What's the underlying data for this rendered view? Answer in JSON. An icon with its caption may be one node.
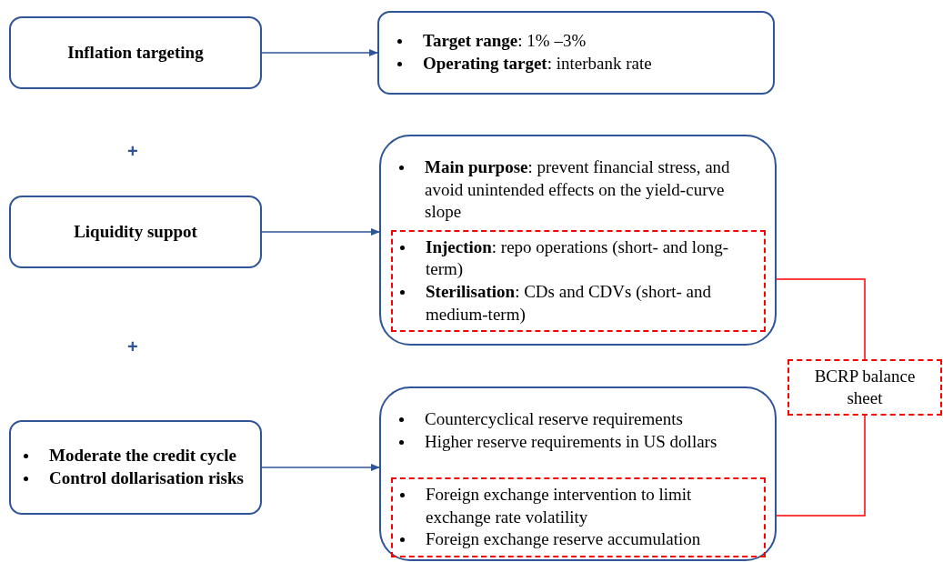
{
  "diagram": {
    "nodes": [
      {
        "text": [
          "Inflation targeting"
        ]
      },
      {
        "text": [
          "**Target range**: 1% –3%",
          "**Operating target**: interbank rate"
        ]
      },
      {
        "text": [
          "Liquidity suppot"
        ]
      },
      {
        "text": [
          "**Main purpose**: prevent financial stress, and avoid unintended effects on the yield-curve slope"
        ]
      },
      {
        "text": [
          "**Injection**: repo operations (short- and long-term)",
          "**Sterilisation**: CDs and CDVs (short- and medium-term)"
        ],
        "in": 3
      },
      {
        "text": [
          "Moderate the credit cycle",
          "Control dollarisation risks"
        ]
      },
      {
        "text": [
          "Countercyclical reserve requirements",
          "Higher reserve requirements in US dollars"
        ]
      },
      {
        "text": [
          "Foreign exchange intervention to limit exchange rate volatility",
          "Foreign exchange reserve accumulation"
        ],
        "in": 6
      },
      {
        "text": [
          "BCRP balance sheet"
        ]
      }
    ],
    "edges": [
      {
        "from": 0,
        "to": 1,
        "arrow": "to"
      },
      {
        "from": 2,
        "to": 3,
        "arrow": "to"
      },
      {
        "from": 5,
        "to": 6,
        "arrow": "to"
      },
      {
        "from": 8,
        "to": 4,
        "arrow": "to",
        "color": "#ff0000"
      },
      {
        "from": 8,
        "to": 7,
        "arrow": "to",
        "color": "#ff0000"
      }
    ],
    "labels": [
      "+",
      "+"
    ]
  }
}
